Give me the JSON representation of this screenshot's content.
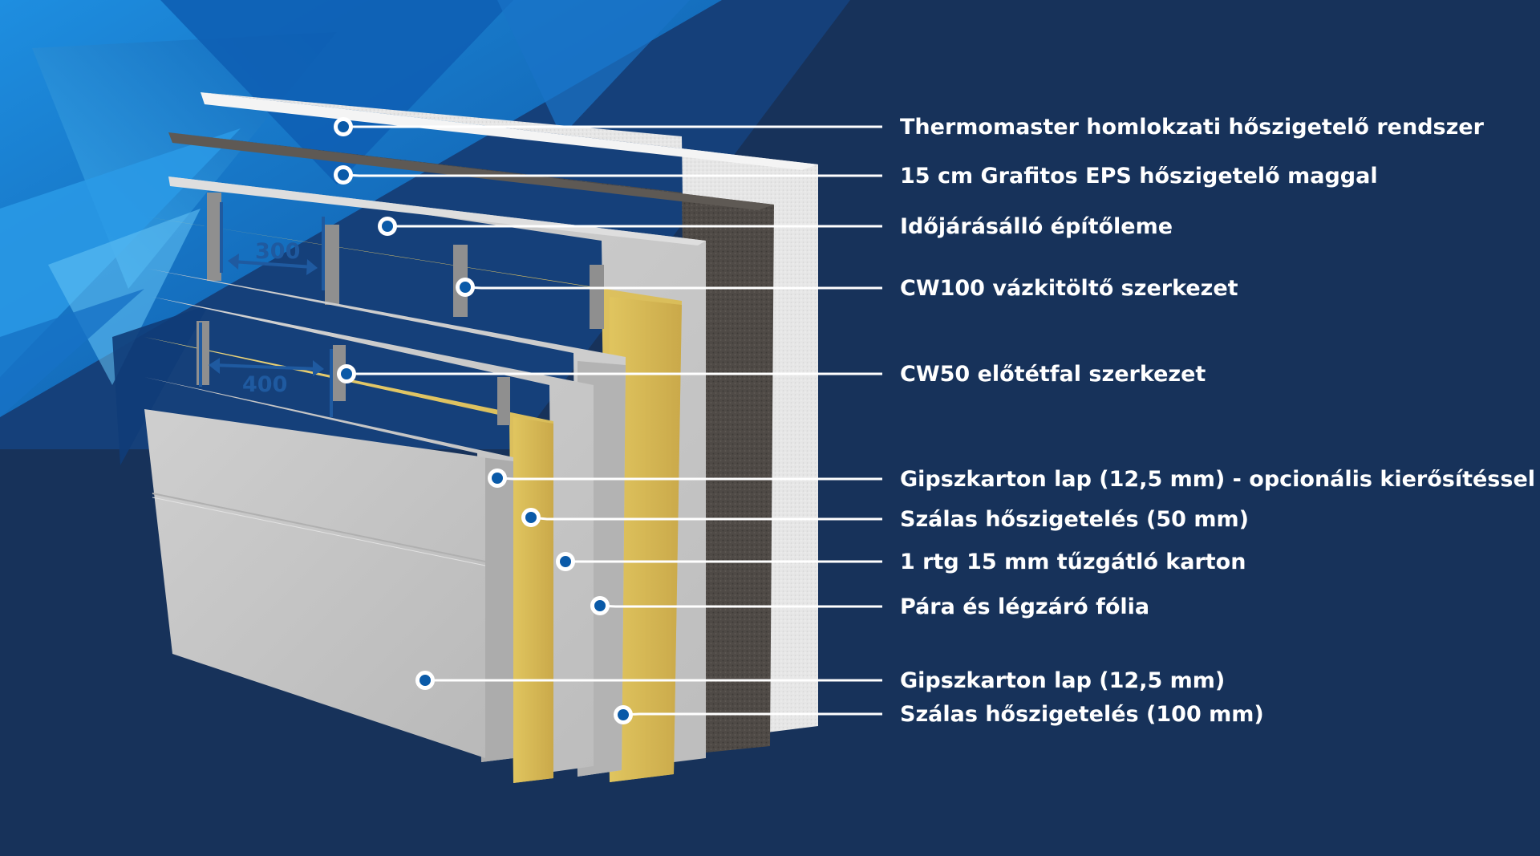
{
  "diagram": {
    "colors": {
      "background": "#17325a",
      "accent_blue": "#0a5aa8",
      "dimension_blue": "#1f5aa0",
      "insulation_yellow": "#e2cc6e",
      "graphite_eps": "#4e4945",
      "render_white": "#e8e8e8",
      "board_grey": "#c8c8c8",
      "stud_grey": "#9a9a9a"
    },
    "dimensions": {
      "spacing_cw100": "300",
      "spacing_cw50": "400"
    },
    "layers": [
      {
        "id": "render",
        "label": "Thermomaster homlokzati hőszigetelő rendszer"
      },
      {
        "id": "graphite-eps",
        "label": "15 cm Grafitos EPS hőszigetelő maggal"
      },
      {
        "id": "weather-board",
        "label": "Időjárásálló építőleme"
      },
      {
        "id": "cw100-frame",
        "label": "CW100 vázkitöltő szerkezet"
      },
      {
        "id": "cw50-frame",
        "label": "CW50 előtétfal szerkezet"
      },
      {
        "id": "gypsum-reinforced",
        "label": "Gipszkarton lap (12,5 mm) - opcionális kierősítéssel"
      },
      {
        "id": "mineral-wool-50",
        "label": "Szálas hőszigetelés (50 mm)"
      },
      {
        "id": "fire-board",
        "label": "1 rtg 15 mm tűzgátló karton"
      },
      {
        "id": "vapour-foil",
        "label": "Pára és légzáró fólia"
      },
      {
        "id": "gypsum-board",
        "label": "Gipszkarton lap (12,5 mm)"
      },
      {
        "id": "mineral-wool-100",
        "label": "Szálas hőszigetelés (100 mm)"
      }
    ]
  }
}
